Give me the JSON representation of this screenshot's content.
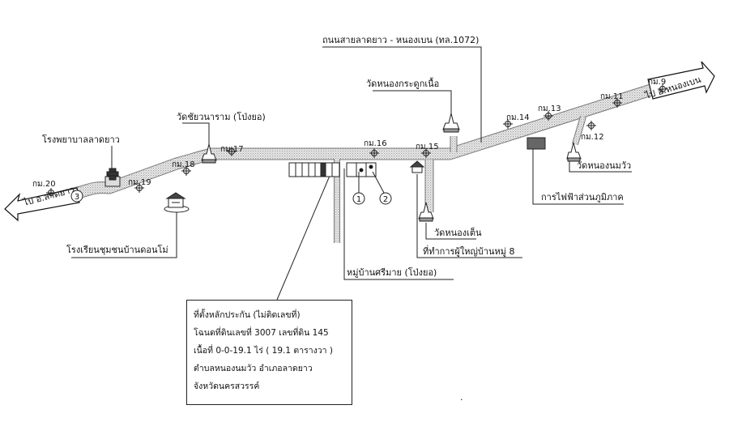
{
  "labels": {
    "road_name": "ถนนสายลาดยาว - หนองเบน (ทล.1072)",
    "to_nongben": "ไป อ.หนองเบน",
    "to_latyao": "ไป อ.ลาดยาว",
    "wat_nongkraduk": "วัดหนองกระดูกเนื้อ",
    "wat_chaiyawanaram": "วัดชัยวนาราม (โป่งยอ)",
    "hospital": "โรงพยาบาลลาดยาว",
    "school": "โรงเรียนชุมชนบ้านดอนโม่",
    "village": "หมู่บ้านศรีมาย (โป่งยอ)",
    "wat_nongtoen": "วัดหนองเต็น",
    "headman_office": "ที่ทำการผู้ใหญ่บ้านหมู่ 8",
    "electricity": "การไฟฟ้าส่วนภูมิภาค",
    "wat_nongnomwua": "วัดหนองนมวัว",
    "dot_mark": "."
  },
  "km_markers": [
    "กม.9",
    "กม.11",
    "กม.12",
    "กม.13",
    "กม.14",
    "กม.15",
    "กม.16",
    "กม.17",
    "กม.18",
    "กม.19",
    "กม.20"
  ],
  "circled_numbers": [
    "1",
    "2",
    "3"
  ],
  "info_box": {
    "line1": "ที่ตั้งหลักประกัน (ไม่ติดเลขที่)",
    "line2": "โฉนดที่ดินเลขที่ 3007 เลขที่ดิน  145",
    "line3": "เนื้อที่ 0-0-19.1 ไร่ ( 19.1  ตารางวา )",
    "line4": "ตำบลหนองนมวัว  อำเภอลาดยาว",
    "line5": "จังหวัดนครสวรรค์"
  }
}
